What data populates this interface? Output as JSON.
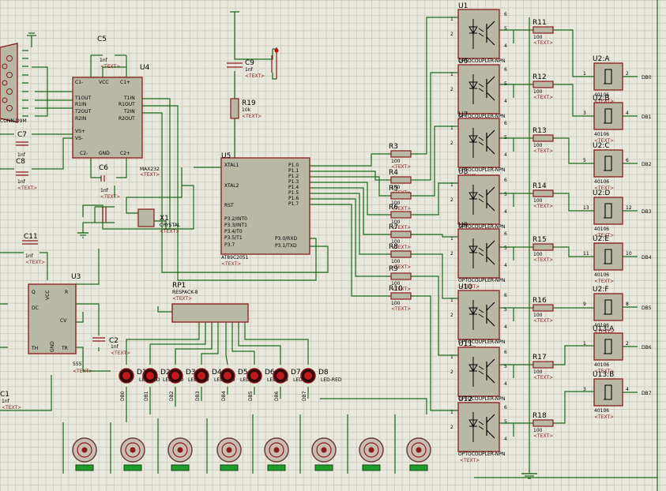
{
  "title": "",
  "components": {
    "c5": {
      "ref": "C5",
      "value": "1nf"
    },
    "u4": {
      "ref": "U4",
      "part": "MAX232",
      "pins_left": [
        "C1-",
        "T1OUT",
        "R1IN",
        "T2OUT",
        "R2IN",
        "VS+",
        "VS-",
        "C2-"
      ],
      "pins_right": [
        "C1+",
        "T1IN",
        "R1OUT",
        "T2IN",
        "R2OUT",
        "C2+"
      ],
      "vcc": "VCC",
      "gnd": "GND"
    },
    "c9": {
      "ref": "C9",
      "value": "1nf"
    },
    "r19": {
      "ref": "R19",
      "value": "10k"
    },
    "u5": {
      "ref": "U5",
      "part": "AT89C2051",
      "pins_left": [
        "XTAL1",
        "XTAL2",
        "RST",
        "P3.2/INT0",
        "P3.3/INT1",
        "P3.4/T0",
        "P3.5/T1",
        "P3.7"
      ],
      "pins_right": [
        "P1.0",
        "P1.1",
        "P1.2",
        "P1.3",
        "P1.4",
        "P1.5",
        "P1.6",
        "P1.7",
        "P3.0/RXD",
        "P3.1/TXD"
      ]
    },
    "x1": {
      "ref": "X1",
      "part": "CRYSTAL"
    },
    "c6": {
      "ref": "C6",
      "value": "1nf"
    },
    "c7": {
      "ref": "C7",
      "value": "1nf"
    },
    "c8": {
      "ref": "C8",
      "value": "1nf"
    },
    "c11": {
      "ref": "C11",
      "value": "1nf"
    },
    "c2": {
      "ref": "C2",
      "value": "1nf"
    },
    "c1": {
      "ref": "C1",
      "value": "1nf"
    },
    "u3": {
      "ref": "U3",
      "part": "555",
      "pins": [
        "Q",
        "DC",
        "CV",
        "TH",
        "TR",
        "R",
        "VCC",
        "GND"
      ]
    },
    "rp1": {
      "ref": "RP1",
      "part": "RESPACK-8"
    },
    "conn": {
      "label": "CONN-D9M"
    },
    "text_tag": "<TEXT>"
  },
  "leds": [
    {
      "ref": "D1",
      "part": "LED-RED",
      "net": "DB0"
    },
    {
      "ref": "D2",
      "part": "LED-RED",
      "net": "DB1"
    },
    {
      "ref": "D3",
      "part": "LED-RED",
      "net": "DB2"
    },
    {
      "ref": "D4",
      "part": "LED-RED",
      "net": "DB3"
    },
    {
      "ref": "D5",
      "part": "LED-RED",
      "net": "DB4"
    },
    {
      "ref": "D6",
      "part": "LED-RED",
      "net": "DB5"
    },
    {
      "ref": "D7",
      "part": "LED-RED",
      "net": "DB6"
    },
    {
      "ref": "D8",
      "part": "LED-RED",
      "net": "DB7"
    }
  ],
  "input_resistors": [
    {
      "ref": "R3",
      "value": "100"
    },
    {
      "ref": "R4",
      "value": "100"
    },
    {
      "ref": "R5",
      "value": "100"
    },
    {
      "ref": "R6",
      "value": "100"
    },
    {
      "ref": "R7",
      "value": "100"
    },
    {
      "ref": "R8",
      "value": "100"
    },
    {
      "ref": "R9",
      "value": "100"
    },
    {
      "ref": "R10",
      "value": "100"
    }
  ],
  "optocouplers": [
    {
      "ref": "U1",
      "part": "OPTOCOUPLER-NPN"
    },
    {
      "ref": "U6",
      "part": "OPTOCOUPLER-NPN"
    },
    {
      "ref": "U7",
      "part": "OPTOCOUPLER-NPN"
    },
    {
      "ref": "U8",
      "part": "OPTOCOUPLER-NPN"
    },
    {
      "ref": "U9",
      "part": "OPTOCOUPLER-NPN"
    },
    {
      "ref": "U10",
      "part": "OPTOCOUPLER-NPN"
    },
    {
      "ref": "U11",
      "part": "OPTOCOUPLER-NPN"
    },
    {
      "ref": "U12",
      "part": "OPTOCOUPLER-NPN"
    }
  ],
  "output_resistors": [
    {
      "ref": "R11",
      "value": "100"
    },
    {
      "ref": "R12",
      "value": "100"
    },
    {
      "ref": "R13",
      "value": "100"
    },
    {
      "ref": "R14",
      "value": "100"
    },
    {
      "ref": "R15",
      "value": "100"
    },
    {
      "ref": "R16",
      "value": "100"
    },
    {
      "ref": "R17",
      "value": "100"
    },
    {
      "ref": "R18",
      "value": "100"
    }
  ],
  "buffers": [
    {
      "ref": "U2:A",
      "part": "40106",
      "in_pin": "1",
      "out_pin": "2",
      "net": "DB0"
    },
    {
      "ref": "U2:B",
      "part": "40106",
      "in_pin": "3",
      "out_pin": "4",
      "net": "DB1"
    },
    {
      "ref": "U2:C",
      "part": "40106",
      "in_pin": "5",
      "out_pin": "6",
      "net": "DB2"
    },
    {
      "ref": "U2:D",
      "part": "40106",
      "in_pin": "13",
      "out_pin": "12",
      "net": "DB3"
    },
    {
      "ref": "U2:E",
      "part": "40106",
      "in_pin": "11",
      "out_pin": "10",
      "net": "DB4"
    },
    {
      "ref": "U2:F",
      "part": "40106",
      "in_pin": "9",
      "out_pin": "8",
      "net": "DB5"
    },
    {
      "ref": "U13:A",
      "part": "40106",
      "in_pin": "1",
      "out_pin": "2",
      "net": "DB6"
    },
    {
      "ref": "U13:B",
      "part": "40106",
      "in_pin": "3",
      "out_pin": "4",
      "net": "DB7"
    }
  ]
}
